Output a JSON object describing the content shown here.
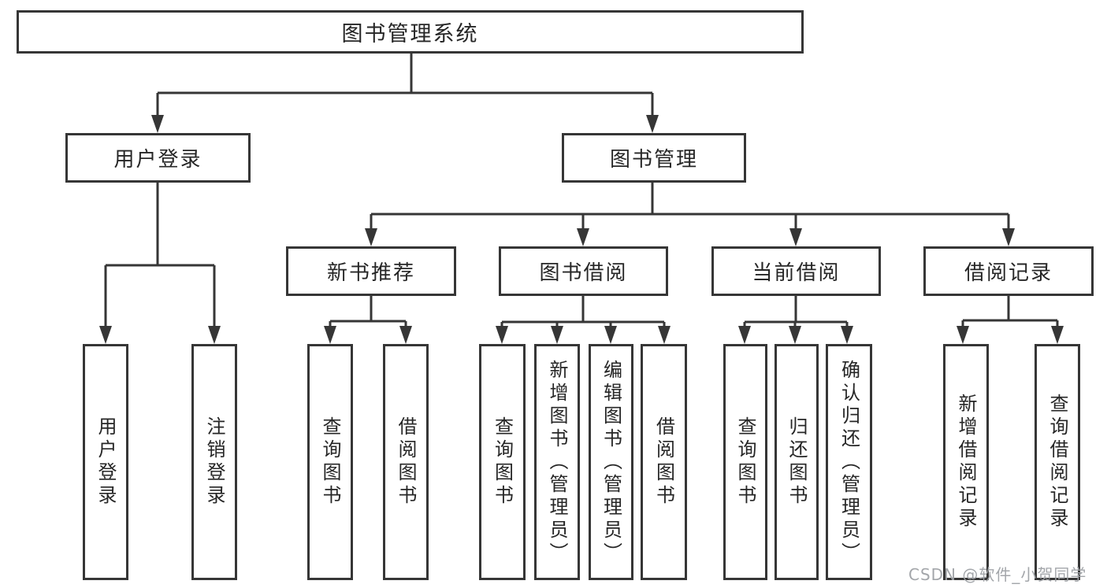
{
  "tree": {
    "root": {
      "label": "图书管理系统"
    },
    "branches": [
      {
        "label": "用户登录",
        "children": [
          {
            "label": "用户登录"
          },
          {
            "label": "注销登录"
          }
        ]
      },
      {
        "label": "图书管理",
        "sections": [
          {
            "label": "新书推荐",
            "children": [
              {
                "label": "查询图书"
              },
              {
                "label": "借阅图书"
              }
            ]
          },
          {
            "label": "图书借阅",
            "children": [
              {
                "label": "查询图书"
              },
              {
                "label": "新增图书（管理员）"
              },
              {
                "label": "编辑图书（管理员）"
              },
              {
                "label": "借阅图书"
              }
            ]
          },
          {
            "label": "当前借阅",
            "children": [
              {
                "label": "查询图书"
              },
              {
                "label": "归还图书"
              },
              {
                "label": "确认归还（管理员）"
              }
            ]
          },
          {
            "label": "借阅记录",
            "children": [
              {
                "label": "新增借阅记录"
              },
              {
                "label": "查询借阅记录"
              }
            ]
          }
        ]
      }
    ]
  },
  "watermark": {
    "text": "CSDN @软件_小贺同学"
  },
  "colors": {
    "line": "#363636",
    "box_border": "#363636",
    "text": "#262626",
    "watermark": "#9ea1a5",
    "background": "#ffffff"
  }
}
